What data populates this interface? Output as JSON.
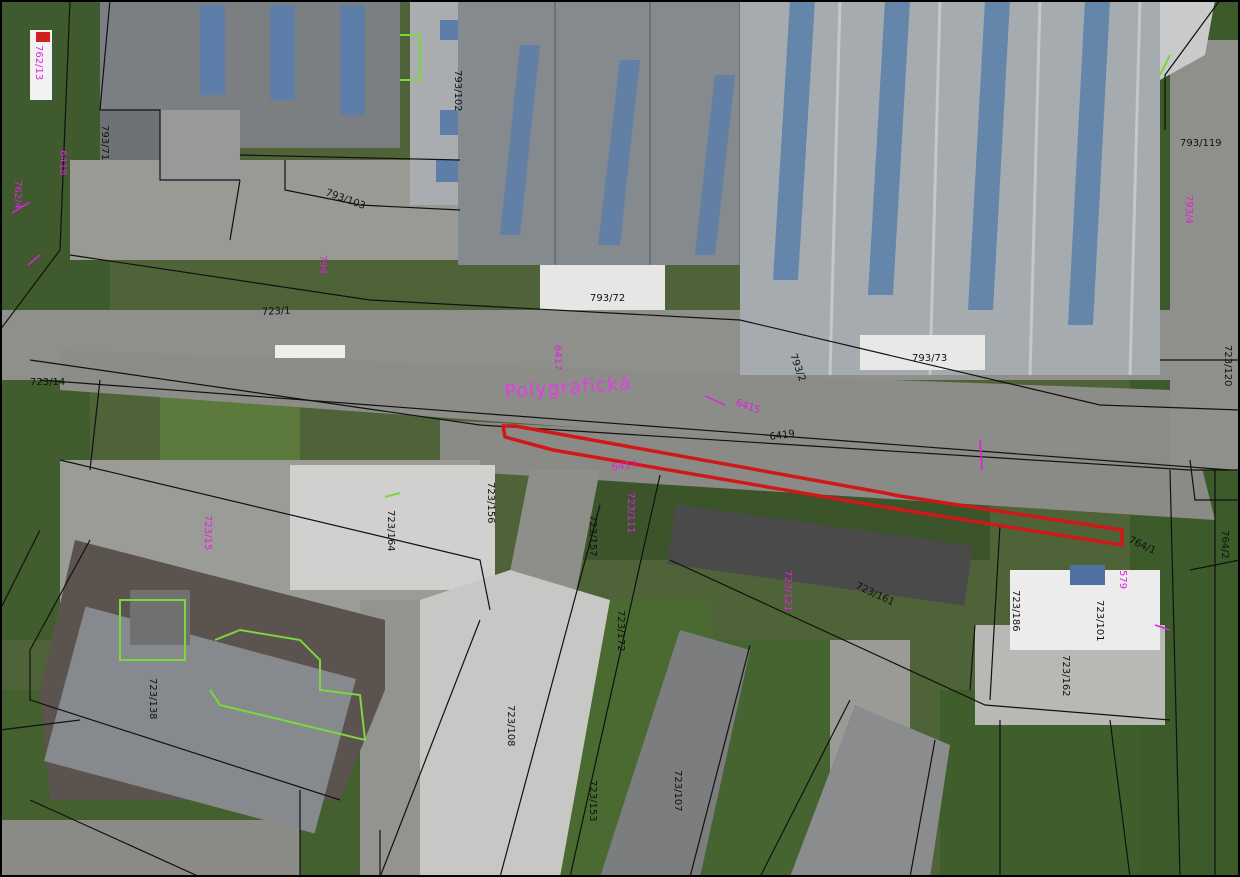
{
  "street_name": "Polygrafická",
  "colors": {
    "highlight": "#d01818",
    "parcel_line": "#111111",
    "label_magenta": "#e020e0",
    "building_outline": "#7cd63c",
    "frame": "#000000"
  },
  "building_labels": {
    "b_793_102": "793/102",
    "b_793_71": "793/71",
    "b_793_103": "793/103",
    "b_793_72": "793/72",
    "b_793_73": "793/73",
    "b_723_164": "723/164",
    "b_723_156": "723/156",
    "b_723_138": "723/138",
    "b_723_108": "723/108",
    "b_723_107": "723/107",
    "b_723_161": "723/161",
    "b_723_186": "723/186",
    "b_723_101": "723/101",
    "b_723_162": "723/162",
    "b_793_119": "793/119",
    "b_723_153": "723/153",
    "b_723_157": "723/157",
    "b_723_172": "723/172"
  },
  "parcel_labels": {
    "p_793_2": "793/2",
    "p_723_1": "723/1",
    "p_6419": "6419",
    "p_6417": "6417",
    "p_723_14": "723/14",
    "p_762_13": "762/13",
    "p_762_4": "762/4",
    "p_723_15": "723/15",
    "p_793_4": "793/4",
    "p_723_111": "723/111",
    "p_6417b": "6417",
    "p_764_1": "764/1",
    "p_579": "579",
    "p_723_121": "723/121",
    "p_764_2": "764/2",
    "p_723_120": "723/120",
    "p_794": "794",
    "p_6418": "6418",
    "p_6415": "6415"
  }
}
